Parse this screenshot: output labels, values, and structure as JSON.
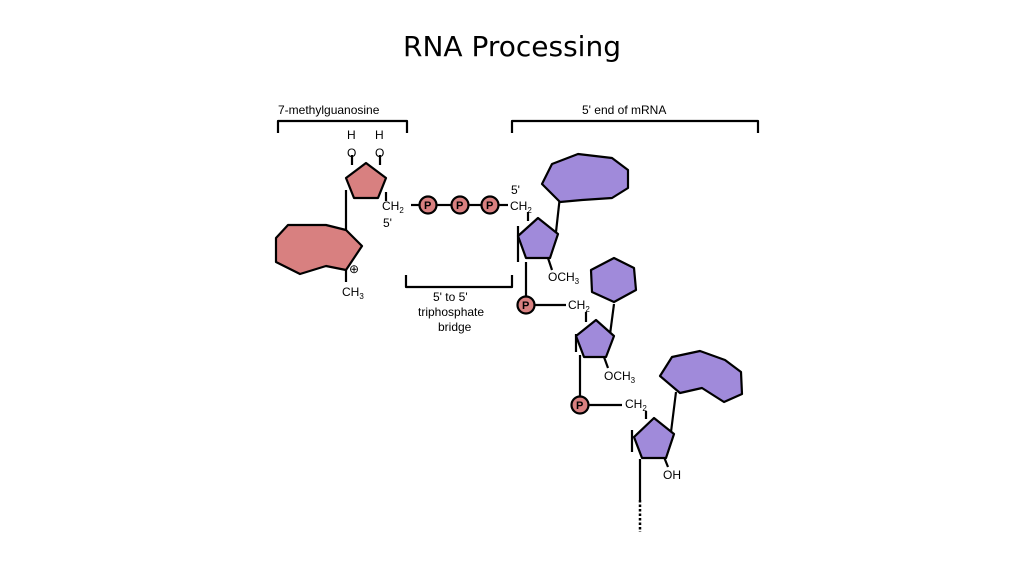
{
  "slide": {
    "title": "RNA Processing"
  },
  "diagram": {
    "labels": {
      "cap": "7-methylguanosine",
      "mrna_end": "5' end of mRNA",
      "bridge_line1": "5' to 5'",
      "bridge_line2": "triphosphate",
      "bridge_line3": "bridge"
    },
    "atoms": {
      "h": "H",
      "o": "O",
      "ch": "CH",
      "sub2": "2",
      "sub3": "3",
      "prime5": "5'",
      "phosphate": "P",
      "och": "OCH",
      "oh": "OH",
      "plus": "⊕"
    },
    "colors": {
      "cap_fill": "#d88080",
      "mrna_fill": "#a08ada",
      "stroke": "#000000"
    }
  }
}
